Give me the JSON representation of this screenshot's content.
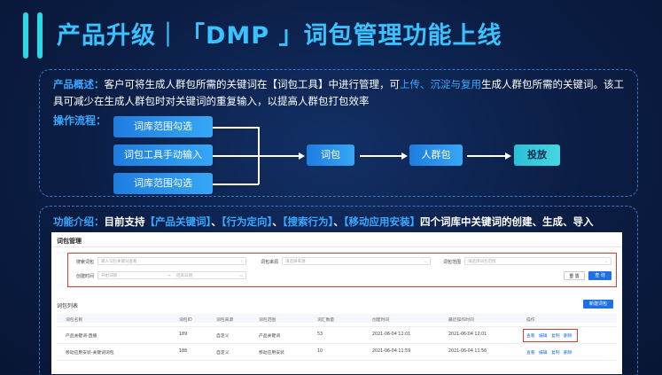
{
  "slide": {
    "title": "产品升级｜「DMP 」词包管理功能上线"
  },
  "overview": {
    "label": "产品概述：",
    "text1": "客户可将生成人群包所需的关键词在【词包工具】中进行管理，可",
    "highlight": "上传、沉淀与复用",
    "text2": "生成人群包所需的关键词。该工具可减少在生成人群包时对关键词的重复输入，以提高人群包打包效率"
  },
  "flow": {
    "label": "操作流程：",
    "box1": "词库范围勾选",
    "box2": "词包工具手动输入",
    "box3": "词库范围勾选",
    "box4": "词包",
    "box5": "人群包",
    "box6": "投放"
  },
  "function": {
    "label": "功能介绍：",
    "prefix": "目前支持",
    "items": [
      "【产品关键词】",
      "、",
      "【行为定向】",
      "、",
      "【搜索行为】",
      "、",
      "【移动应用安装】"
    ],
    "suffix": "四个词库中关键词的创建、生成、导入"
  },
  "ui": {
    "page_title": "词包管理",
    "filter": {
      "keyword_label": "搜索词包",
      "keyword_placeholder": "输入词包关键词查看",
      "source_label": "词包来源",
      "source_placeholder": "请选择来源",
      "range_label": "词包范围",
      "range_placeholder": "请选择词包范围",
      "time_label": "创建时间",
      "start_placeholder": "开始日期",
      "end_placeholder": "结束日期",
      "reset": "重 置",
      "query": "查 询"
    },
    "table_title": "词包列表",
    "add_button": "新建词包",
    "columns": [
      "词包名称",
      "词包ID",
      "词包来源",
      "词包范围",
      "词汇数量",
      "创建时间",
      "最近操作时间",
      "操作"
    ],
    "rows": [
      [
        "产品关键词-直播",
        "189",
        "自定义",
        "产品关键词",
        "53",
        "2021-06-04 12:01",
        "2021-06-04 12:01"
      ],
      [
        "移动应用安装-关键词词包",
        "188",
        "自定义",
        "移动应用安装",
        "10",
        "2021-06-04 11:59",
        "2021-06-04 11:56"
      ]
    ],
    "ops": [
      "查看",
      "编辑",
      "复制",
      "删除"
    ]
  },
  "colors": {
    "accent": "#39c2ff",
    "highlight": "#3aa7ff",
    "box": "#1e7de0",
    "teal": "#2bc0d8",
    "red_frame": "#e0392c"
  }
}
